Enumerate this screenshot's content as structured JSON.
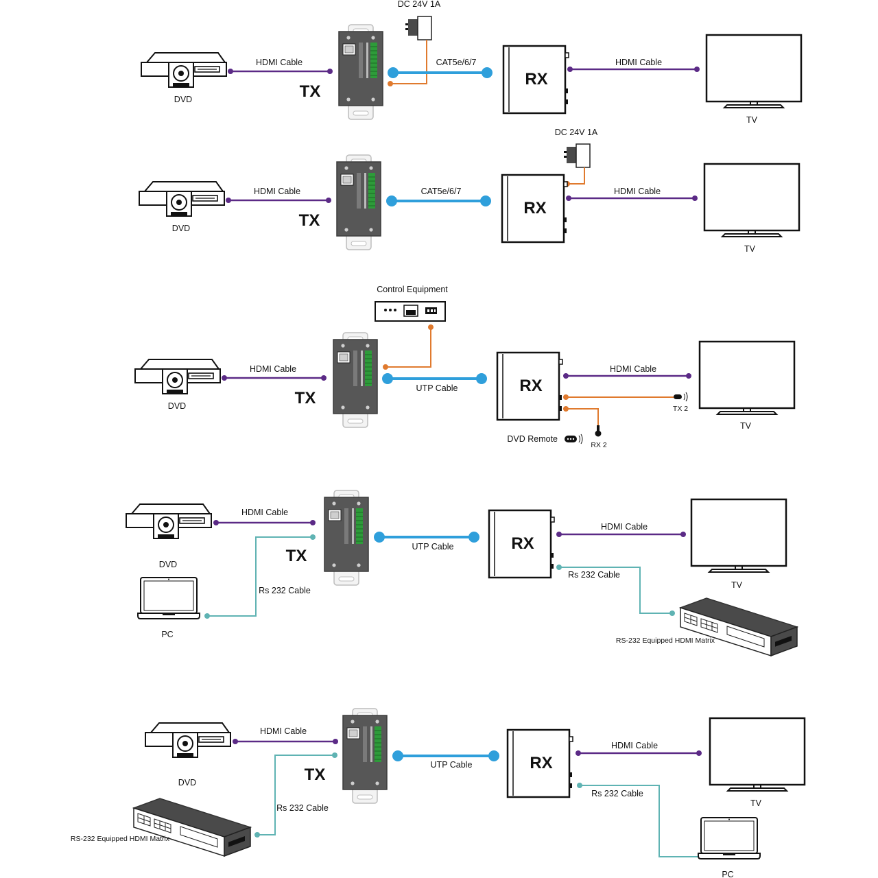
{
  "labels": {
    "dvd": "DVD",
    "tv": "TV",
    "pc": "PC",
    "tx": "TX",
    "rx": "RX",
    "tx2": "TX 2",
    "rx2": "RX 2",
    "hdmi_cable": "HDMI Cable",
    "cat5": "CAT5e/6/7",
    "utp_cable": "UTP Cable",
    "rs232_cable": "Rs 232 Cable",
    "power": "DC 24V 1A",
    "control_equipment": "Control Equipment",
    "dvd_remote": "DVD Remote",
    "matrix": "RS-232 Equipped HDMI Matrix"
  },
  "colors": {
    "hdmi": "#5b2a86",
    "utp": "#2f9fdb",
    "control": "#e07a2e",
    "rs232": "#5fb3b3",
    "device": "#555555",
    "terminal": "#2e9b3a"
  }
}
